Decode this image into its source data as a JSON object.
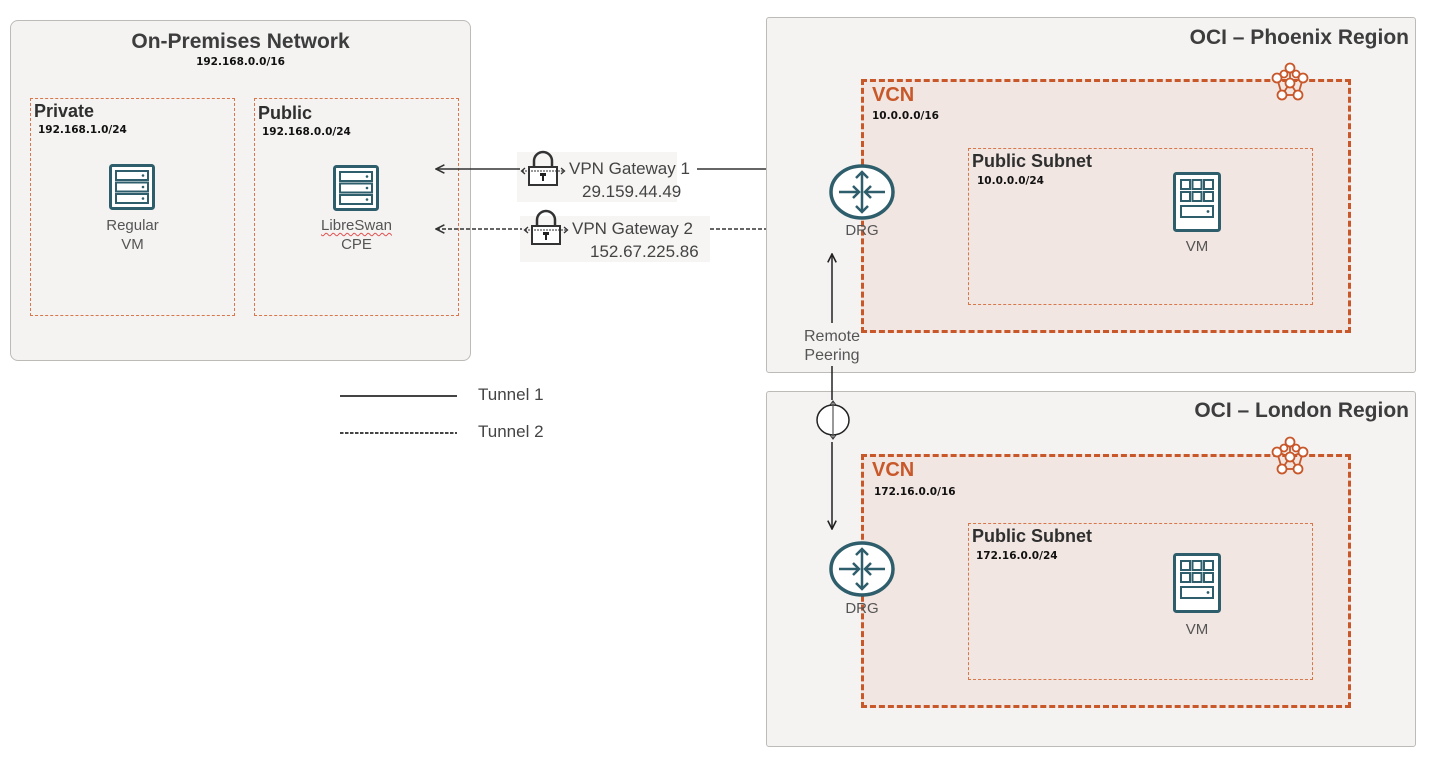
{
  "on_premises": {
    "title": "On-Premises Network",
    "cidr": "192.168.0.0/16",
    "private_subnet": {
      "title": "Private",
      "cidr": "192.168.1.0/24",
      "vm_label_line1": "Regular",
      "vm_label_line2": "VM",
      "icon": "server-icon"
    },
    "public_subnet": {
      "title": "Public",
      "cidr": "192.168.0.0/24",
      "vm_label_line1": "LibreSwan",
      "vm_label_line2": "CPE",
      "icon": "server-icon"
    }
  },
  "vpn": {
    "gateway1": {
      "name": "VPN Gateway 1",
      "ip": "29.159.44.49",
      "line": "solid",
      "icon": "lock-icon"
    },
    "gateway2": {
      "name": "VPN Gateway 2",
      "ip": "152.67.225.86",
      "line": "dashed",
      "icon": "lock-icon"
    }
  },
  "legend": {
    "tunnel1": "Tunnel 1",
    "tunnel2": "Tunnel 2"
  },
  "phoenix": {
    "title": "OCI – Phoenix Region",
    "vcn": {
      "title": "VCN",
      "cidr": "10.0.0.0/16",
      "icon": "vcn-network-icon"
    },
    "subnet": {
      "title": "Public Subnet",
      "cidr": "10.0.0.0/24"
    },
    "vm_label": "VM",
    "drg_label": "DRG"
  },
  "remote_peering": {
    "line1": "Remote",
    "line2": "Peering"
  },
  "london": {
    "title": "OCI – London Region",
    "vcn": {
      "title": "VCN",
      "cidr": "172.16.0.0/16",
      "icon": "vcn-network-icon"
    },
    "subnet": {
      "title": "Public Subnet",
      "cidr": "172.16.0.0/24"
    },
    "vm_label": "VM",
    "drg_label": "DRG"
  },
  "colors": {
    "oracle_orange": "#c8572a",
    "subnet_orange": "#d9774b",
    "teal_icon": "#2e5d6b",
    "region_bg": "#f4f3f2",
    "vcn_bg": "#f1e6e1"
  }
}
